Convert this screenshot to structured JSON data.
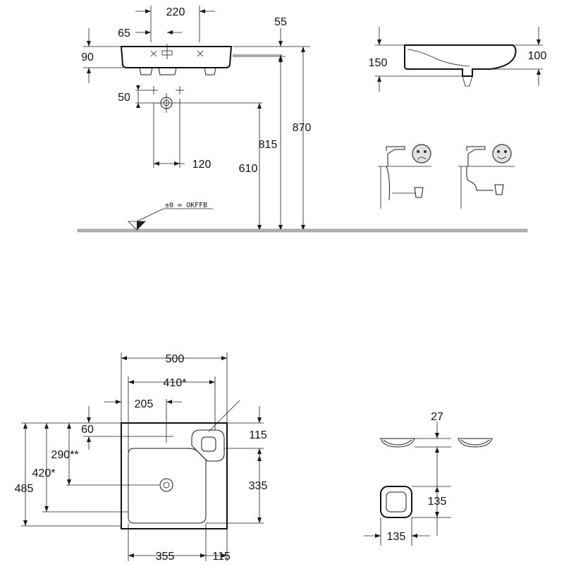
{
  "dimensions": {
    "front": {
      "d220": "220",
      "d65": "65",
      "d55": "55",
      "d90": "90",
      "d50": "50",
      "d120": "120",
      "d610": "610",
      "d815": "815",
      "d870": "870"
    },
    "side": {
      "d150": "150",
      "d100": "100"
    },
    "plan": {
      "d500": "500",
      "d410": "410*",
      "d205": "205",
      "d60": "60",
      "d290": "290**",
      "d420": "420*",
      "d485": "485",
      "d115_top": "115",
      "d335": "335",
      "d355": "355",
      "d115_bottom": "115"
    },
    "detail": {
      "d27": "27",
      "d135_right": "135",
      "d135_bottom": "135"
    }
  },
  "floor_label": "±0 = OKFFB",
  "colors": {
    "line": "#1a1a1a",
    "floor": "#b3b3b3"
  }
}
